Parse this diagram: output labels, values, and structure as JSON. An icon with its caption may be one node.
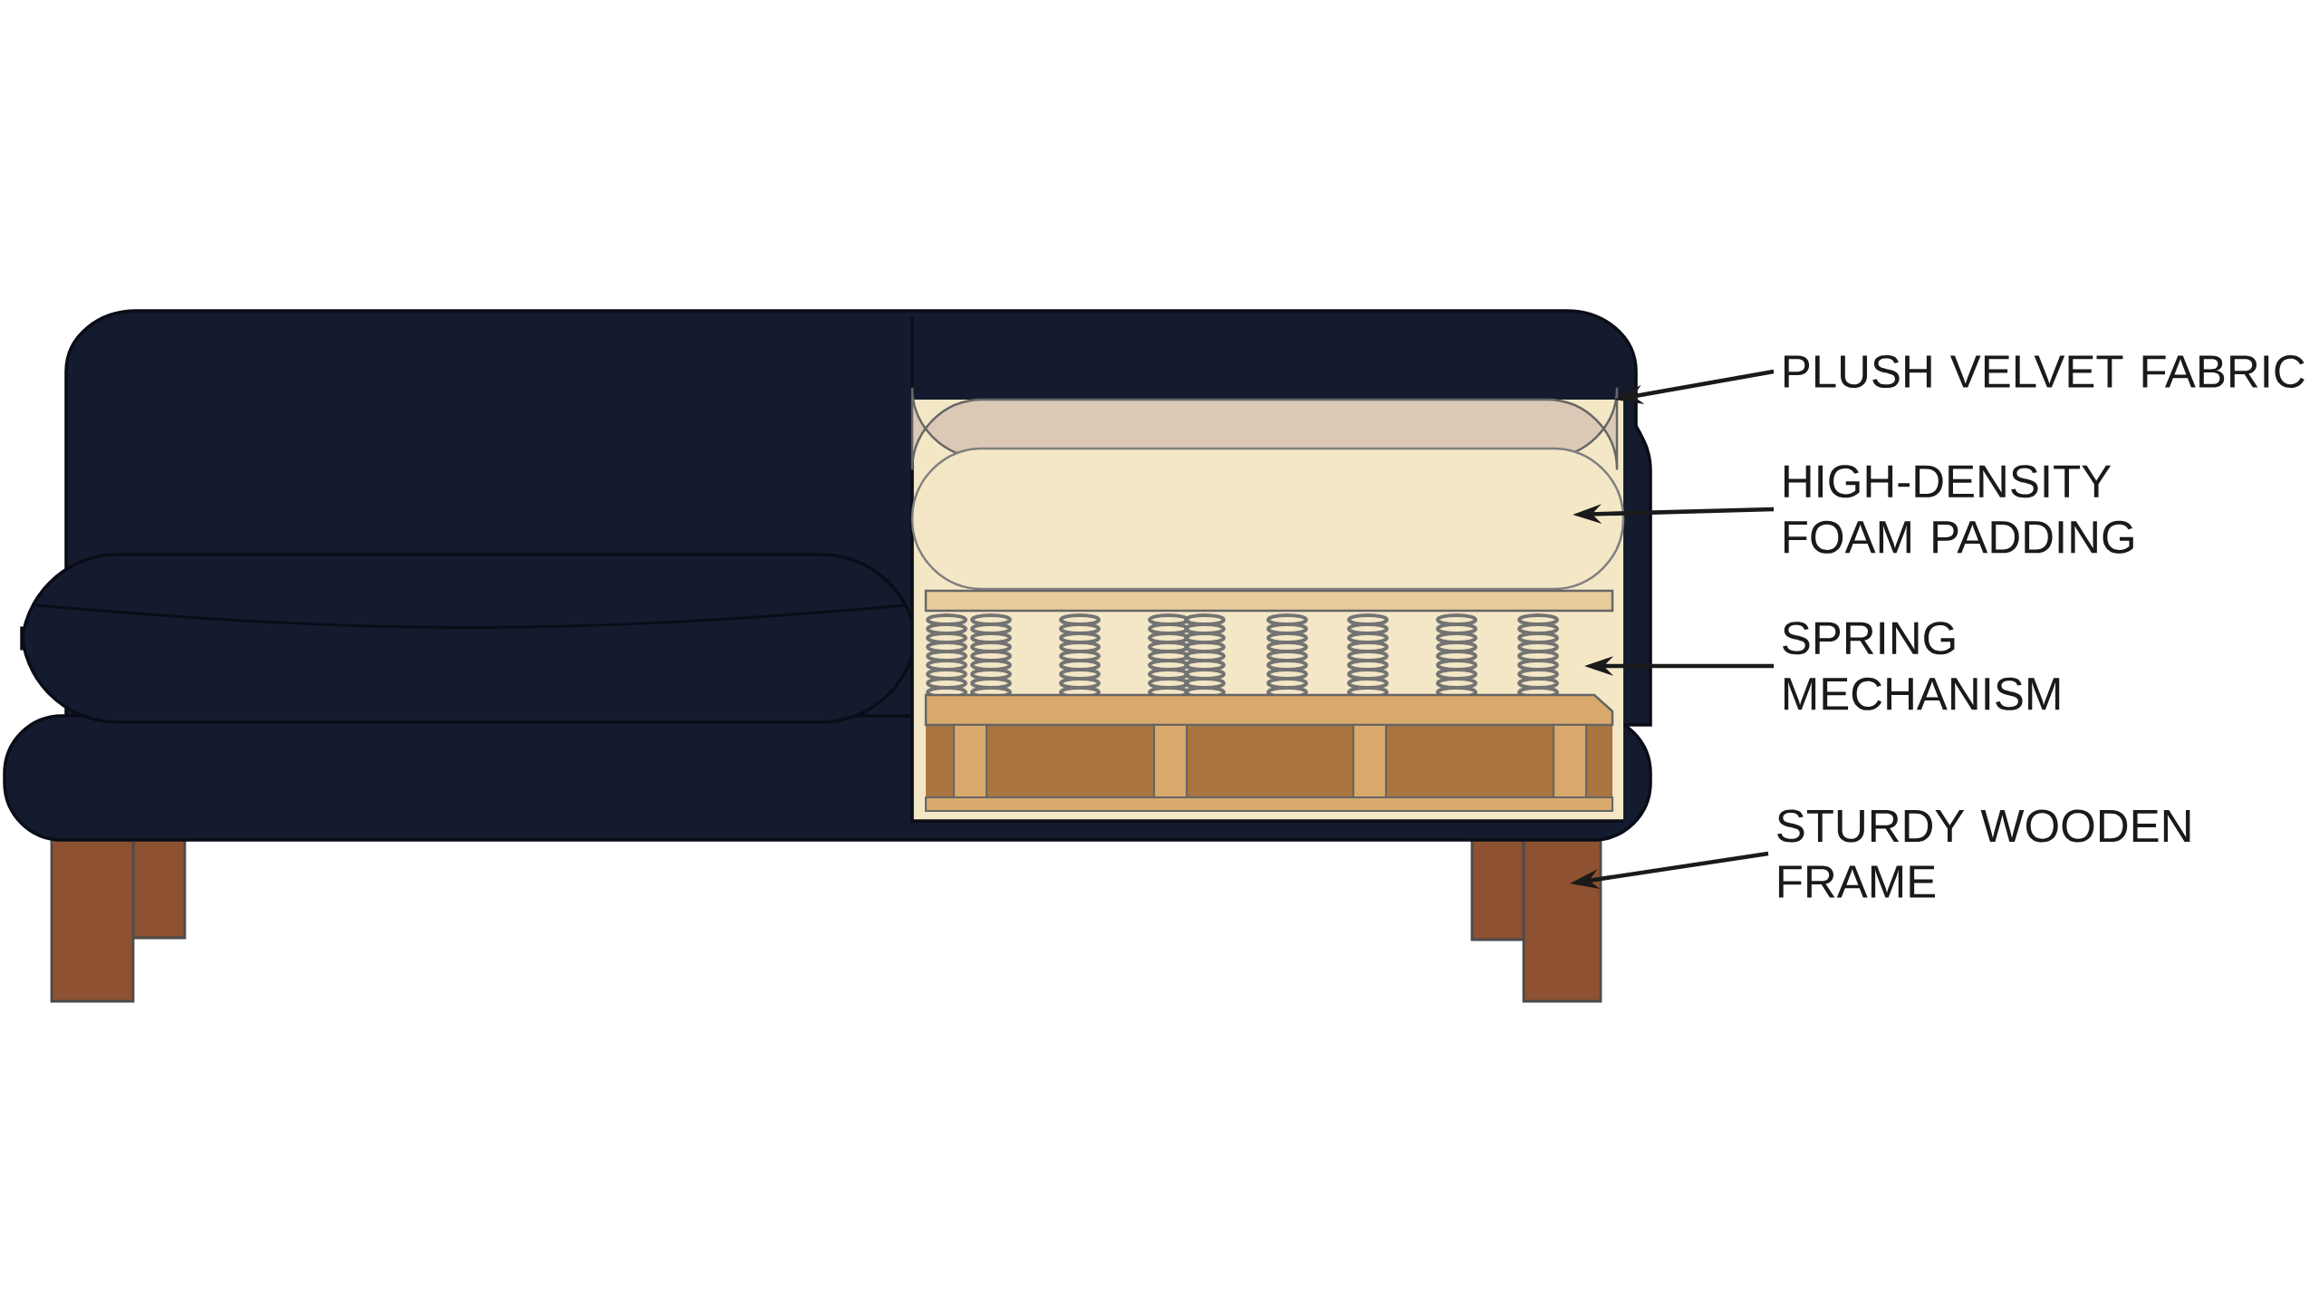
{
  "diagram": {
    "nodes": [
      {
        "text": [
          "PLUSH VELVET FABRIC"
        ]
      },
      {
        "text": [
          "HIGH-DENSITY FOAM PADDING"
        ]
      },
      {
        "text": [
          "SPRING MECHANISM"
        ]
      },
      {
        "text": [
          "STURDY WOODEN FRAME"
        ]
      }
    ],
    "edges": [
      {
        "from": 0,
        "to": null,
        "arrow": "to"
      },
      {
        "from": 1,
        "to": null,
        "arrow": "to"
      },
      {
        "from": 2,
        "to": null,
        "arrow": "to"
      },
      {
        "from": 3,
        "to": null,
        "arrow": "to"
      }
    ]
  }
}
